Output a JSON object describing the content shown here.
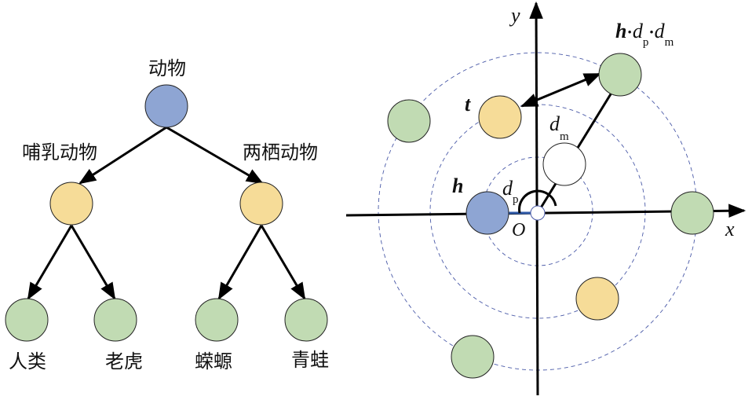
{
  "colors": {
    "root": "#8ea5d3",
    "category": "#f6dc98",
    "leaf": "#c1dbb3",
    "white": "#ffffff",
    "ring": "#4a5aa8",
    "dp_segment": "#2f5aa8"
  },
  "tree": {
    "root": {
      "label": "动物",
      "kind": "root"
    },
    "categories": [
      {
        "label": "哺乳动物",
        "kind": "category"
      },
      {
        "label": "两栖动物",
        "kind": "category"
      }
    ],
    "leaves": [
      {
        "label": "人类",
        "parent": 0
      },
      {
        "label": "老虎",
        "parent": 0
      },
      {
        "label": "蝾螈",
        "parent": 1
      },
      {
        "label": "青蛙",
        "parent": 1
      }
    ]
  },
  "polar": {
    "axis_x_label": "x",
    "axis_y_label": "y",
    "origin_label": "O",
    "head_label": "h",
    "tail_label": "t",
    "dp_label": "d",
    "dp_sub": "p",
    "dm_label": "d",
    "dm_sub": "m",
    "transformed_label": {
      "h": "h",
      "sep": "·",
      "d1": "d",
      "s1": "p",
      "d2": "d",
      "s2": "m"
    },
    "rings": [
      1,
      2,
      3
    ],
    "entities": [
      {
        "name": "head",
        "kind": "root",
        "ring": 1,
        "angle_deg": 180
      },
      {
        "name": "tail",
        "kind": "category",
        "ring": 2,
        "angle_deg": 112
      },
      {
        "name": "intermediate",
        "kind": "white",
        "ring": 1,
        "angle_deg": 61
      },
      {
        "name": "transformed",
        "kind": "leaf",
        "ring": 3,
        "angle_deg": 55
      },
      {
        "name": "leaf-left",
        "kind": "leaf",
        "ring": 3,
        "angle_deg": 155
      },
      {
        "name": "leaf-right",
        "kind": "leaf",
        "ring": 3,
        "angle_deg": 0
      },
      {
        "name": "category-bottom",
        "kind": "category",
        "ring": 2,
        "angle_deg": -55
      },
      {
        "name": "leaf-bottom",
        "kind": "leaf",
        "ring": 3,
        "angle_deg": -115
      }
    ]
  }
}
